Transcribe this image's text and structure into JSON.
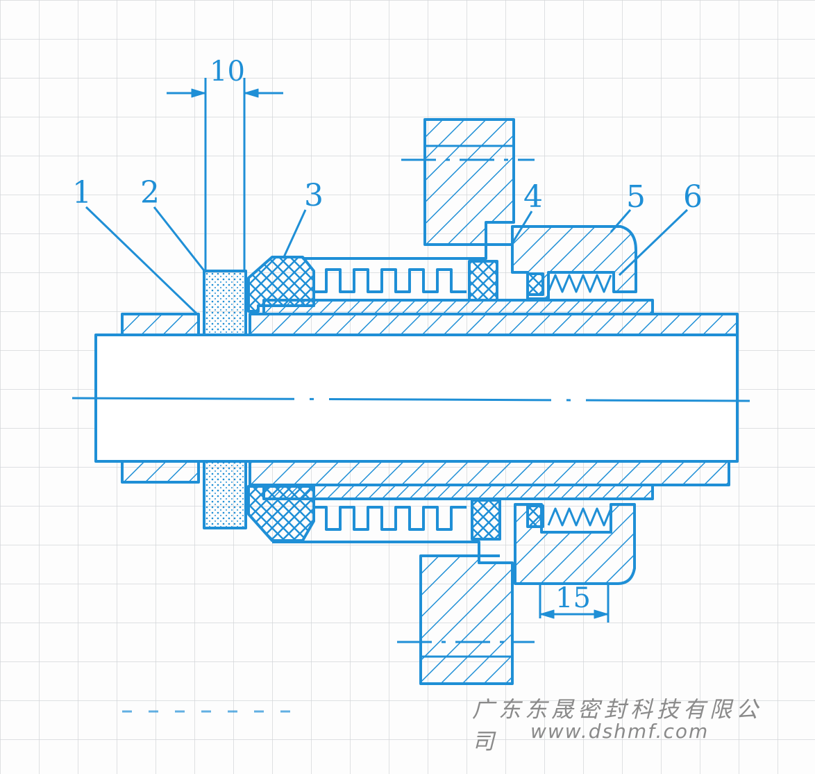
{
  "colors": {
    "grid": "#d3d6d9",
    "line": "#1f8fd6",
    "watermark": "#8a8a8a",
    "background": "#fdfdfd"
  },
  "callouts": {
    "c1": "1",
    "c2": "2",
    "c3": "3",
    "c4": "4",
    "c5": "5",
    "c6": "6"
  },
  "dimensions": {
    "top_width": "10",
    "bottom_width": "15"
  },
  "watermark": {
    "company": "广东东晟密封科技有限公司",
    "url": "www.dshmf.com"
  }
}
